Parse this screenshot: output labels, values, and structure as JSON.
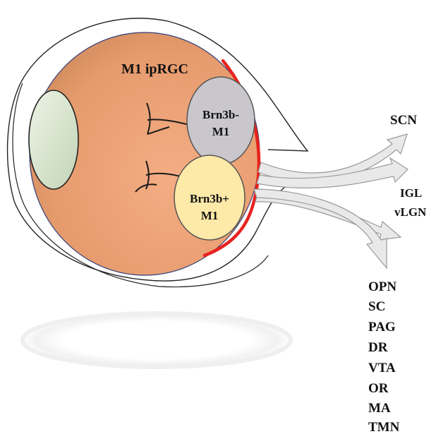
{
  "eye": {
    "title": "M1 ipRGC",
    "cells": [
      {
        "line1": "Brn3b-",
        "line2": "M1"
      },
      {
        "line1": "Brn3b+",
        "line2": "M1"
      }
    ]
  },
  "targets": {
    "scn": "SCN",
    "igl": "IGL",
    "vlgn": "vLGN",
    "list": [
      "OPN",
      "SC",
      "PAG",
      "DR",
      "VTA",
      "OR",
      "MA",
      "TMN"
    ]
  },
  "colors": {
    "eyeball_fill": "#e9a57a",
    "lens_fill": "#d6e4cc",
    "retina_edge": "#e8221e",
    "brn3b_minus_fill": "#c9c7cc",
    "brn3b_plus_fill": "#fde9a8",
    "arrow_fill": "#e9e9e9"
  }
}
